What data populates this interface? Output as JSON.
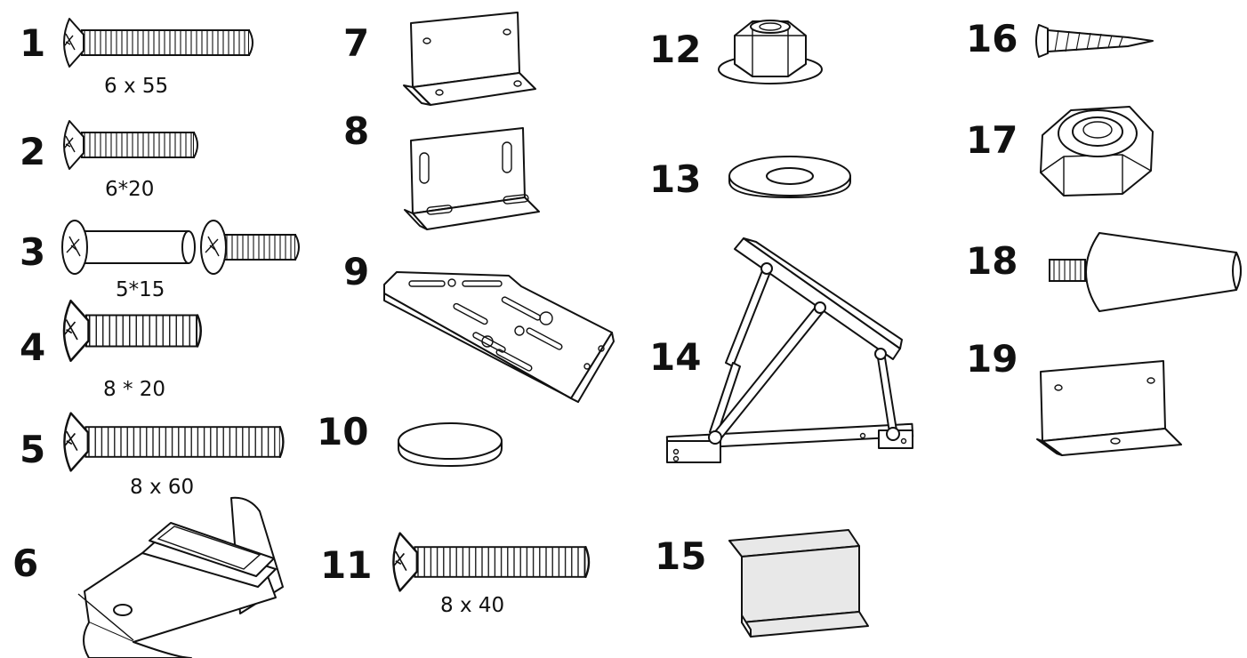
{
  "parts": [
    {
      "number": "1",
      "size": "6 x 55",
      "icon": "countersunk-screw-icon"
    },
    {
      "number": "2",
      "size": "6*20",
      "icon": "countersunk-screw-icon"
    },
    {
      "number": "3",
      "size": "5*15",
      "icon": "connector-bolt-icon"
    },
    {
      "number": "4",
      "size": "8 * 20",
      "icon": "countersunk-screw-icon"
    },
    {
      "number": "5",
      "size": "8 x 60",
      "icon": "countersunk-screw-icon"
    },
    {
      "number": "6",
      "size": "",
      "icon": "corner-block-icon"
    },
    {
      "number": "7",
      "size": "",
      "icon": "angle-bracket-icon"
    },
    {
      "number": "8",
      "size": "",
      "icon": "slotted-angle-bracket-icon"
    },
    {
      "number": "9",
      "size": "",
      "icon": "mounting-plate-icon"
    },
    {
      "number": "10",
      "size": "",
      "icon": "felt-pad-icon"
    },
    {
      "number": "11",
      "size": "8 x 40",
      "icon": "countersunk-screw-icon"
    },
    {
      "number": "12",
      "size": "",
      "icon": "flange-nut-icon"
    },
    {
      "number": "13",
      "size": "",
      "icon": "washer-icon"
    },
    {
      "number": "14",
      "size": "",
      "icon": "gas-lift-mechanism-icon"
    },
    {
      "number": "15",
      "size": "",
      "icon": "z-bracket-icon"
    },
    {
      "number": "16",
      "size": "",
      "icon": "wood-screw-icon"
    },
    {
      "number": "17",
      "size": "",
      "icon": "lock-nut-icon"
    },
    {
      "number": "18",
      "size": "",
      "icon": "tapered-leg-icon"
    },
    {
      "number": "19",
      "size": "",
      "icon": "angle-bracket-icon"
    }
  ]
}
